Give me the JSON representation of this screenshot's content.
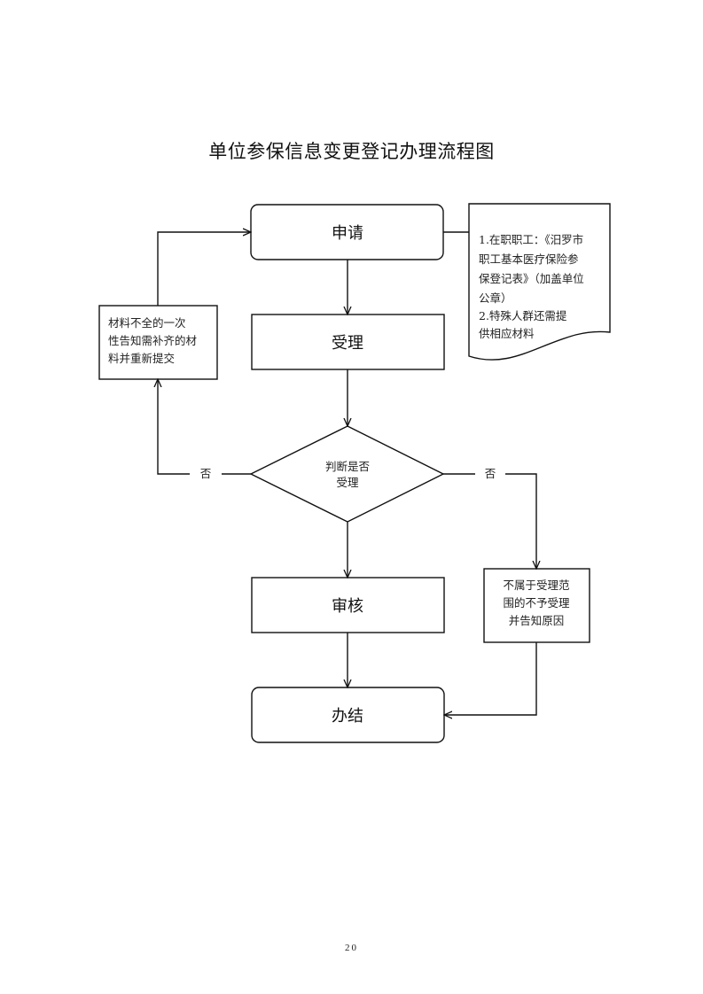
{
  "title": "单位参保信息变更登记办理流程图",
  "nodes": {
    "apply": "申请",
    "accept": "受理",
    "decision": [
      "判断是否",
      "受理"
    ],
    "review": "审核",
    "finish": "办结",
    "incomplete": [
      "材料不全的一次",
      "性告知需补齐的材",
      "料并重新提交"
    ],
    "reject": [
      "不属于受理范",
      "围的不予受理",
      "并告知原因"
    ],
    "materials": [
      "1.在职职工：《汨罗市",
      "职工基本医疗保险参",
      "保登记表》（加盖单位",
      "公章）",
      "2.特殊人群还需提",
      "供相应材料"
    ]
  },
  "edges": {
    "no_left": "否",
    "no_right": "否"
  },
  "page_number": "20"
}
